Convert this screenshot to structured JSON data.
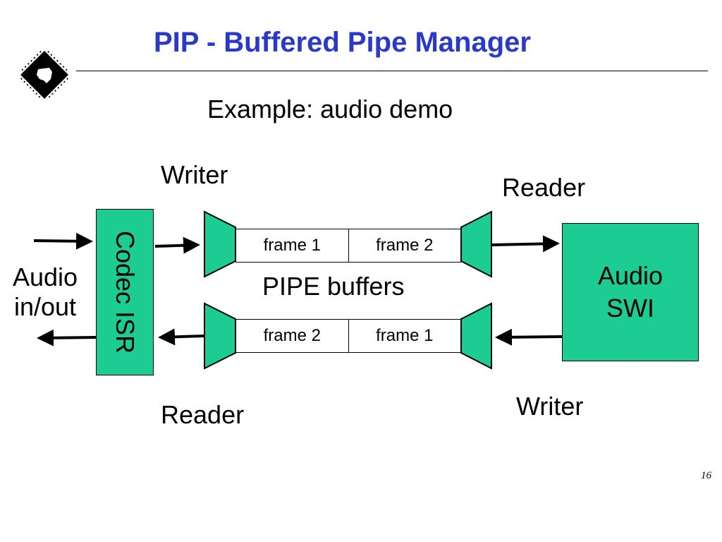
{
  "slide": {
    "title": "PIP - Buffered Pipe Manager",
    "subtitle": "Example: audio demo",
    "page_number": "16",
    "colors": {
      "title": "#2b39c9",
      "box_fill": "#1ccc93"
    }
  },
  "diagram": {
    "top_writer": "Writer",
    "top_reader": "Reader",
    "bottom_reader": "Reader",
    "bottom_writer": "Writer",
    "audio_io": {
      "line1": "Audio",
      "line2": "in/out"
    },
    "codec_isr": "Codec ISR",
    "audio_swi": {
      "line1": "Audio",
      "line2": "SWI"
    },
    "pipe_label": "PIPE buffers",
    "top_pipe": {
      "cells": [
        "frame 1",
        "frame 2"
      ]
    },
    "bottom_pipe": {
      "cells": [
        "frame 2",
        "frame 1"
      ]
    }
  }
}
